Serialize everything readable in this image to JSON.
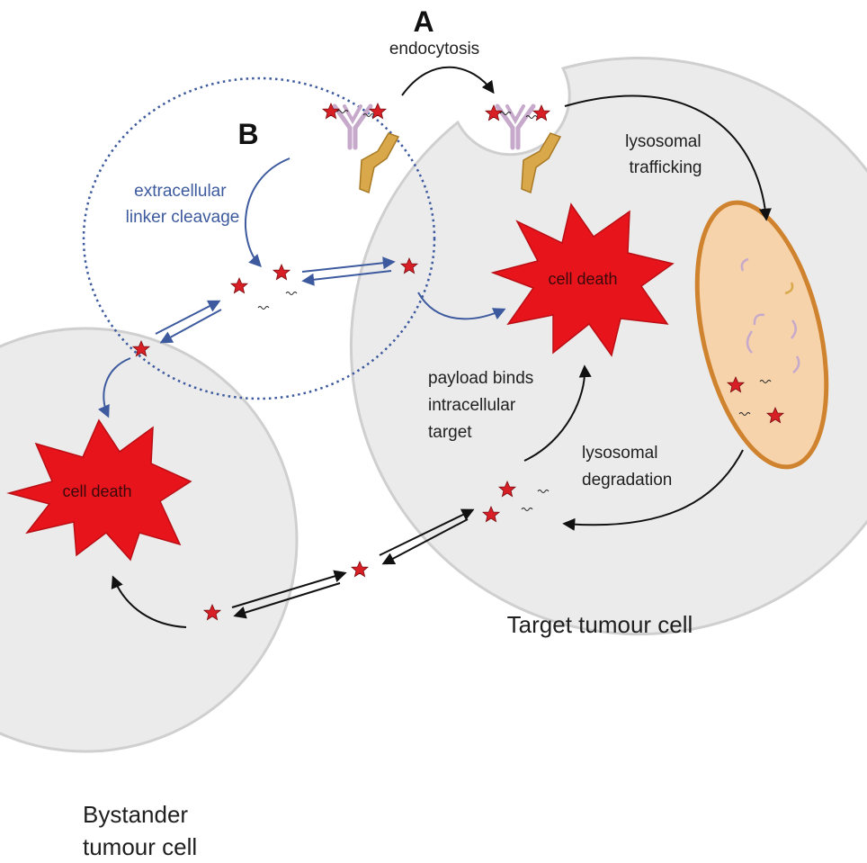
{
  "panels": {
    "a": "A",
    "b": "B"
  },
  "labels": {
    "endocytosis": "endocytosis",
    "lysosomal_trafficking": [
      "lysosomal",
      "trafficking"
    ],
    "extracellular_linker_cleavage": [
      "extracellular",
      "linker cleavage"
    ],
    "payload_binds": [
      "payload binds",
      "intracellular",
      "target"
    ],
    "lysosomal_degradation": [
      "lysosomal",
      "degradation"
    ],
    "cell_death_target": "cell death",
    "cell_death_bystander": "cell death",
    "target_cell": "Target tumour cell",
    "bystander_cell": [
      "Bystander",
      "tumour cell"
    ]
  },
  "colors": {
    "cell_fill": "#ebebeb",
    "cell_stroke": "#cfcfcf",
    "death_fill": "#e8141c",
    "star_fill": "#d81f26",
    "blue_arrow": "#3d5a9e",
    "lysosome_fill": "#f6d3ab",
    "lysosome_stroke": "#d0832e",
    "antibody": "#c7aacb",
    "receptor": "#d9a84a"
  },
  "icons": {
    "payload": "star-icon",
    "antibody": "antibody-icon",
    "receptor": "receptor-icon",
    "lysosome": "lysosome-icon",
    "linker": "linker-squiggle-icon"
  }
}
